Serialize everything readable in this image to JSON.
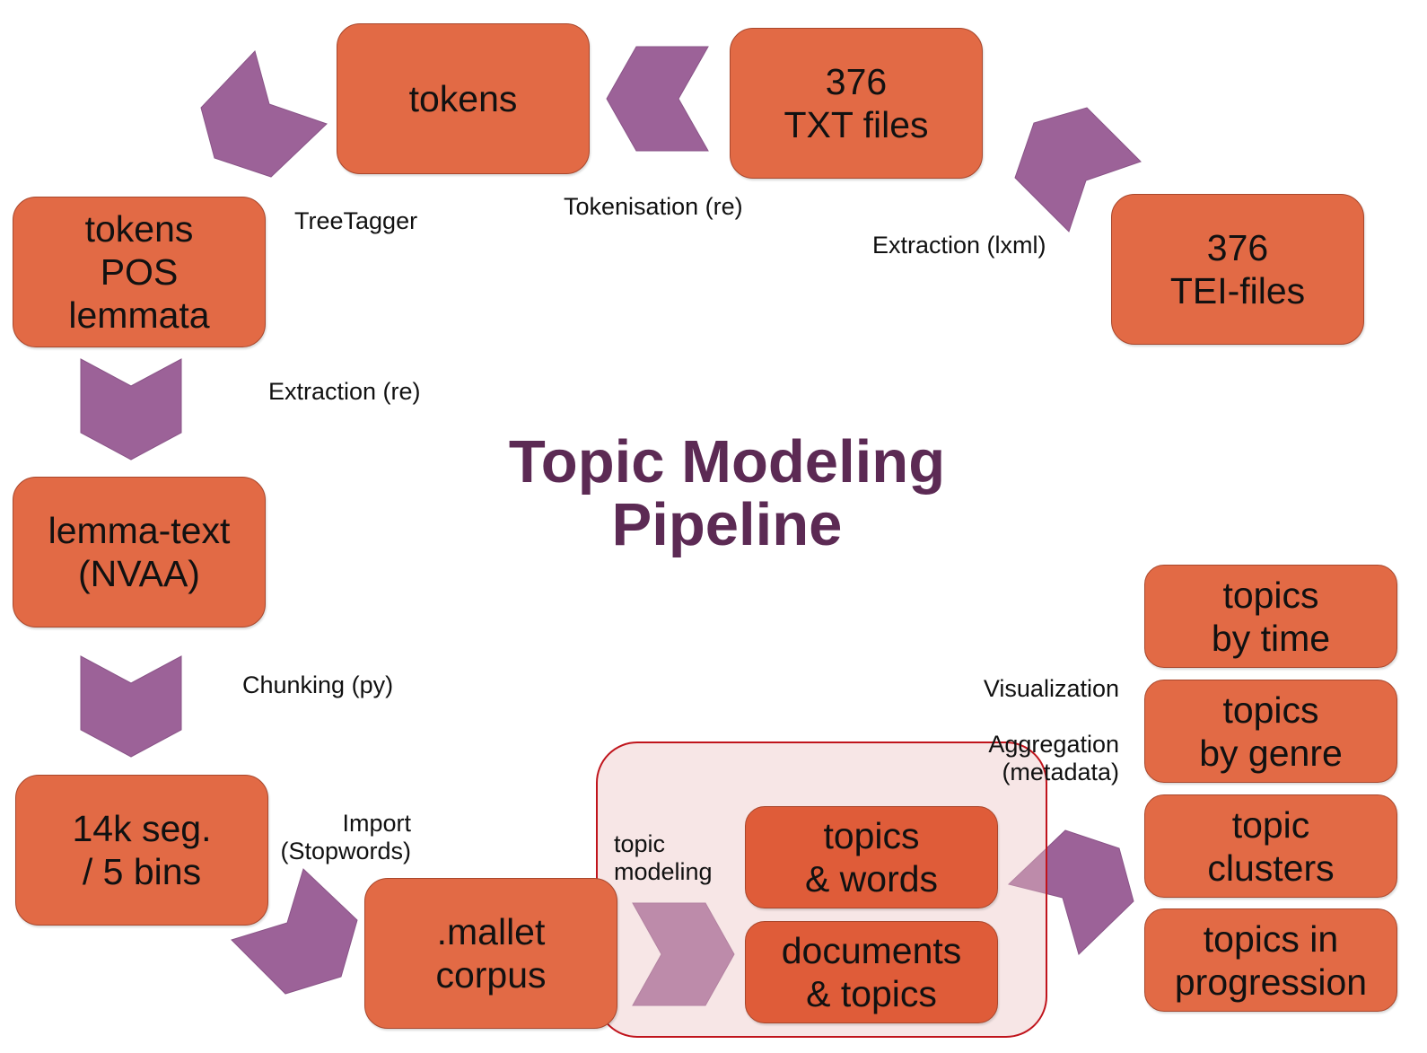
{
  "title": "Topic Modeling\nPipeline",
  "colors": {
    "box_fill": "#e26a45",
    "box_border": "#a9472c",
    "arrow_fill": "#9c6298",
    "title": "#5c2a54",
    "highlight_border": "#c0141c",
    "highlight_fill": "#f5e3e3"
  },
  "nodes": {
    "tei_files": "376\nTEI-files",
    "txt_files": "376\nTXT files",
    "tokens": "tokens",
    "tokens_pos_lemmata": "tokens\nPOS\nlemmata",
    "lemma_text": "lemma-text\n(NVAA)",
    "segments": "14k seg.\n/ 5 bins",
    "mallet_corpus": ".mallet\ncorpus",
    "topics_words": "topics\n& words",
    "documents_topics": "documents\n& topics",
    "topics_by_time": "topics\nby time",
    "topics_by_genre": "topics\nby genre",
    "topic_clusters": "topic\nclusters",
    "topics_in_progression": "topics in\nprogression"
  },
  "steps": {
    "extraction_lxml": "Extraction (lxml)",
    "tokenisation": "Tokenisation (re)",
    "treetagger": "TreeTagger",
    "extraction_re": "Extraction (re)",
    "chunking": "Chunking (py)",
    "import": "Import\n(Stopwords)",
    "topic_modeling": "topic\nmodeling",
    "visualization": "Visualization",
    "aggregation": "Aggregation\n(metadata)"
  }
}
